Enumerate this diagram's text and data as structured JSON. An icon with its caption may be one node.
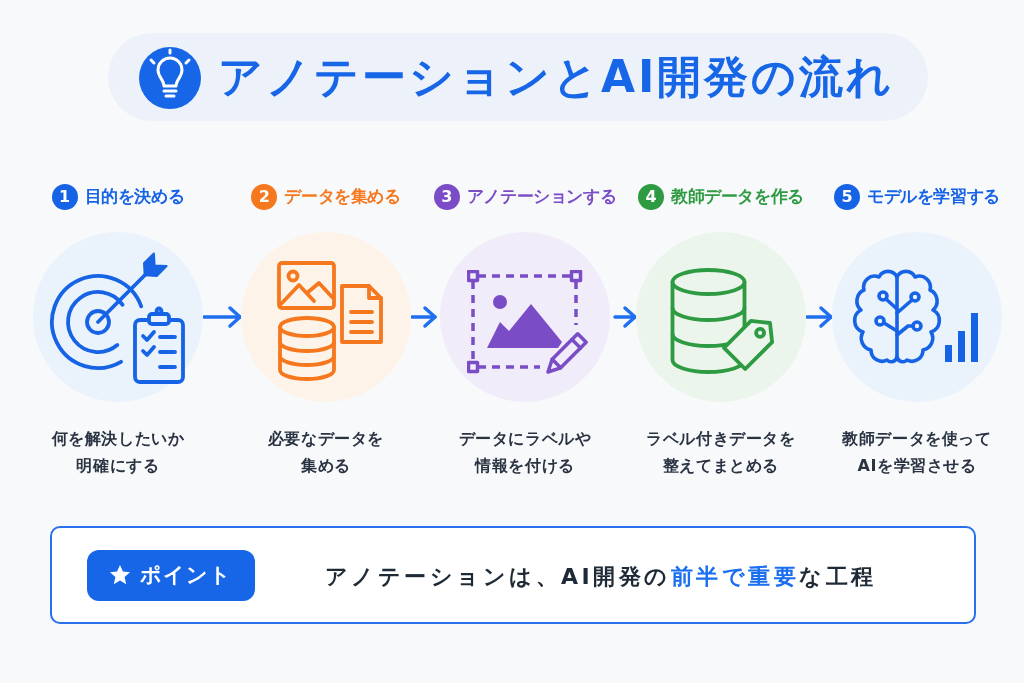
{
  "diagram": {
    "title": "アノテーションとAI開発の流れ",
    "nodes": [
      {
        "text": [
          "1",
          "目的を決める"
        ],
        "beside": [
          "何を解決したいか明確にする"
        ]
      },
      {
        "text": [
          "2",
          "データを集める"
        ],
        "beside": [
          "必要なデータを集める"
        ]
      },
      {
        "text": [
          "3",
          "アノテーションする"
        ],
        "beside": [
          "データにラベルや情報を付ける"
        ]
      },
      {
        "text": [
          "4",
          "教師データを作る"
        ],
        "beside": [
          "ラベル付きデータを整えてまとめる"
        ]
      },
      {
        "text": [
          "5",
          "モデルを学習する"
        ],
        "beside": [
          "教師データを使ってAIを学習させる"
        ]
      },
      {
        "text": [
          "アノテーションは、AI開発の**前半で重要**な工程"
        ]
      },
      {
        "text": [
          "ポイント"
        ],
        "in": 5
      }
    ],
    "edges": [
      {
        "from": 0,
        "to": 1,
        "arrow": "to"
      },
      {
        "from": 1,
        "to": 2,
        "arrow": "to"
      },
      {
        "from": 2,
        "to": 3,
        "arrow": "to"
      },
      {
        "from": 3,
        "to": 4,
        "arrow": "to"
      }
    ]
  }
}
